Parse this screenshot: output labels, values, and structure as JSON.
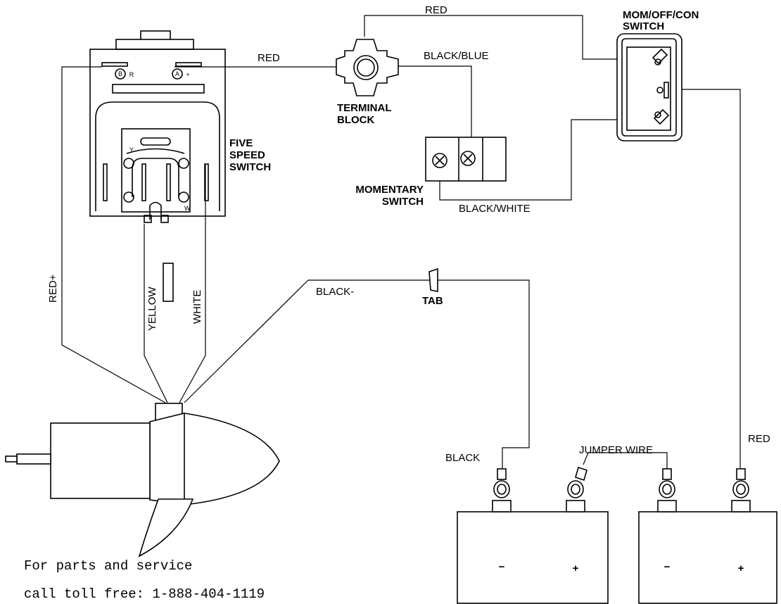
{
  "wire_labels": {
    "red_top": "RED",
    "red_block": "RED",
    "black_blue": "BLACK/BLUE",
    "black_white": "BLACK/WHITE",
    "red_plus": "RED+",
    "yellow": "YELLOW",
    "white": "WHITE",
    "black_minus": "BLACK-",
    "black": "BLACK",
    "jumper_wire": "JUMPER WIRE",
    "red_right": "RED"
  },
  "component_labels": {
    "terminal_block_line1": "TERMINAL",
    "terminal_block_line2": "BLOCK",
    "five_speed_line1": "FIVE",
    "five_speed_line2": "SPEED",
    "five_speed_line3": "SWITCH",
    "momentary_line1": "MOMENTARY",
    "momentary_line2": "SWITCH",
    "mom_switch_line1": "MOM/OFF/CON",
    "mom_switch_line2": "SWITCH",
    "tab": "TAB"
  },
  "switch_markings": {
    "terminal_b": "B",
    "terminal_r": "R",
    "terminal_a": "A",
    "terminal_plus": "+",
    "terminal_y": "Y",
    "terminal_w": "W"
  },
  "battery_symbols": {
    "minus": "−",
    "plus": "+"
  },
  "footer": {
    "line1": "For parts and service",
    "line2": "call toll free: 1-888-404-1119"
  }
}
